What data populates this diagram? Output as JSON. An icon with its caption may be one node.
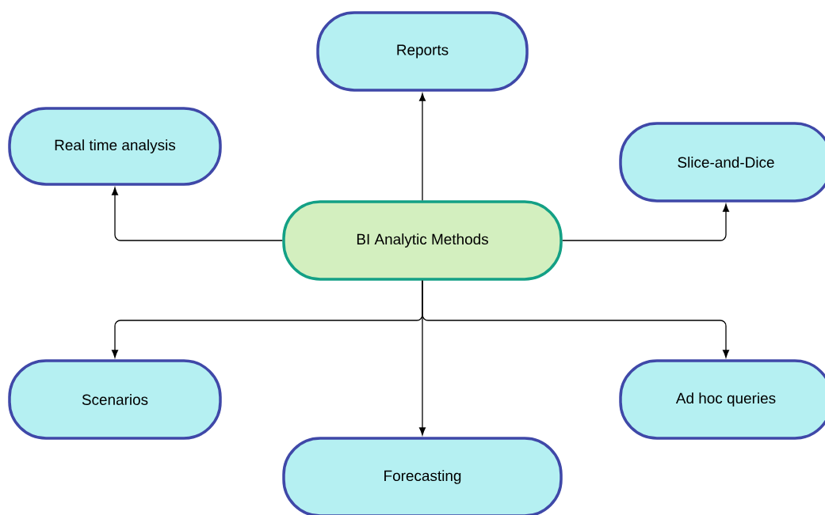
{
  "diagram": {
    "nodes": [
      {
        "text": [
          "BI Analytic Methods"
        ]
      },
      {
        "text": [
          "Reports"
        ]
      },
      {
        "text": [
          "Real time analysis"
        ]
      },
      {
        "text": [
          "Slice-and-Dice"
        ]
      },
      {
        "text": [
          "Scenarios"
        ]
      },
      {
        "text": [
          "Forecasting"
        ]
      },
      {
        "text": [
          "Ad hoc queries"
        ]
      }
    ],
    "edges": [
      {
        "from": 0,
        "to": 1,
        "arrow": "to"
      },
      {
        "from": 0,
        "to": 2,
        "arrow": "to"
      },
      {
        "from": 0,
        "to": 3,
        "arrow": "to"
      },
      {
        "from": 0,
        "to": 4,
        "arrow": "to"
      },
      {
        "from": 0,
        "to": 5,
        "arrow": "to"
      },
      {
        "from": 0,
        "to": 6,
        "arrow": "to"
      }
    ]
  }
}
